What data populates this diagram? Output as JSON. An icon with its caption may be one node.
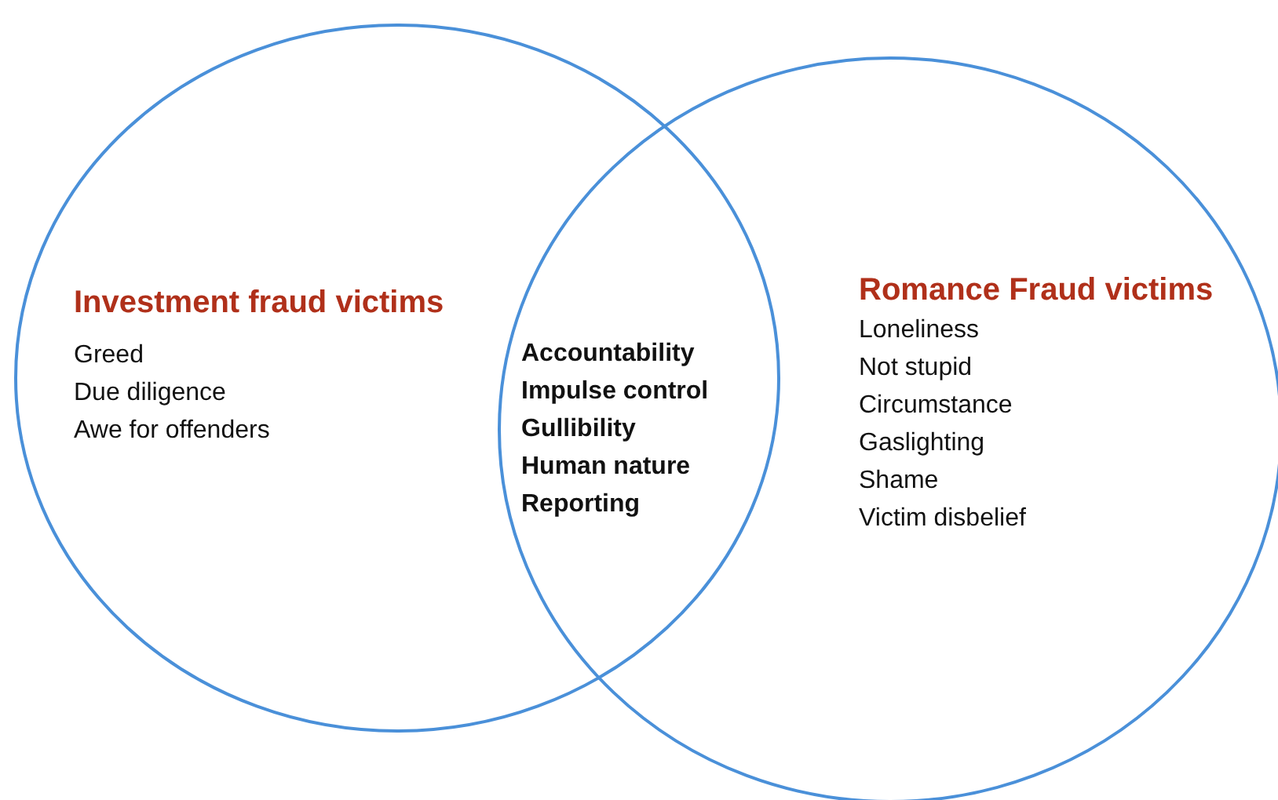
{
  "diagram": {
    "nodes": [
      {
        "text": [
          "Investment fraud victims",
          "Greed",
          "Due diligence",
          "Awe for offenders"
        ]
      },
      {
        "text": [
          "Romance Fraud victims",
          "Loneliness",
          "Not stupid",
          "Circumstance",
          "Gaslighting",
          "Shame",
          "Victim disbelief"
        ]
      }
    ],
    "labels": [
      "Accountability",
      "Impulse control",
      "Gullibility",
      "Human nature",
      "Reporting"
    ]
  }
}
